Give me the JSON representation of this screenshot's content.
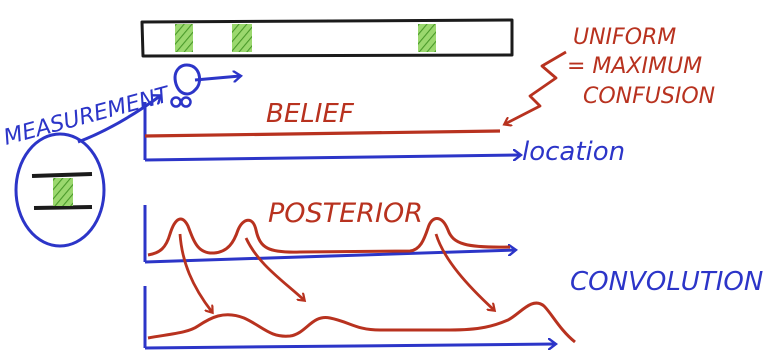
{
  "labels": {
    "measurement": "MEASUREMENT",
    "belief": "BELIEF",
    "uniform_line1": "UNIFORM",
    "uniform_line2": "= MAXIMUM",
    "uniform_line3": "CONFUSION",
    "location": "location",
    "posterior": "POSTERIOR",
    "convolution": "CONVOLUTION"
  },
  "colors": {
    "ink_black": "#1b1b1b",
    "ink_red": "#b8321f",
    "ink_blue": "#2c35c8",
    "door_green": "#7cc84a"
  },
  "world": {
    "door_count": 3
  },
  "icons": {
    "robot": "robot-icon",
    "sensor": "sensor-magnifier-icon"
  }
}
